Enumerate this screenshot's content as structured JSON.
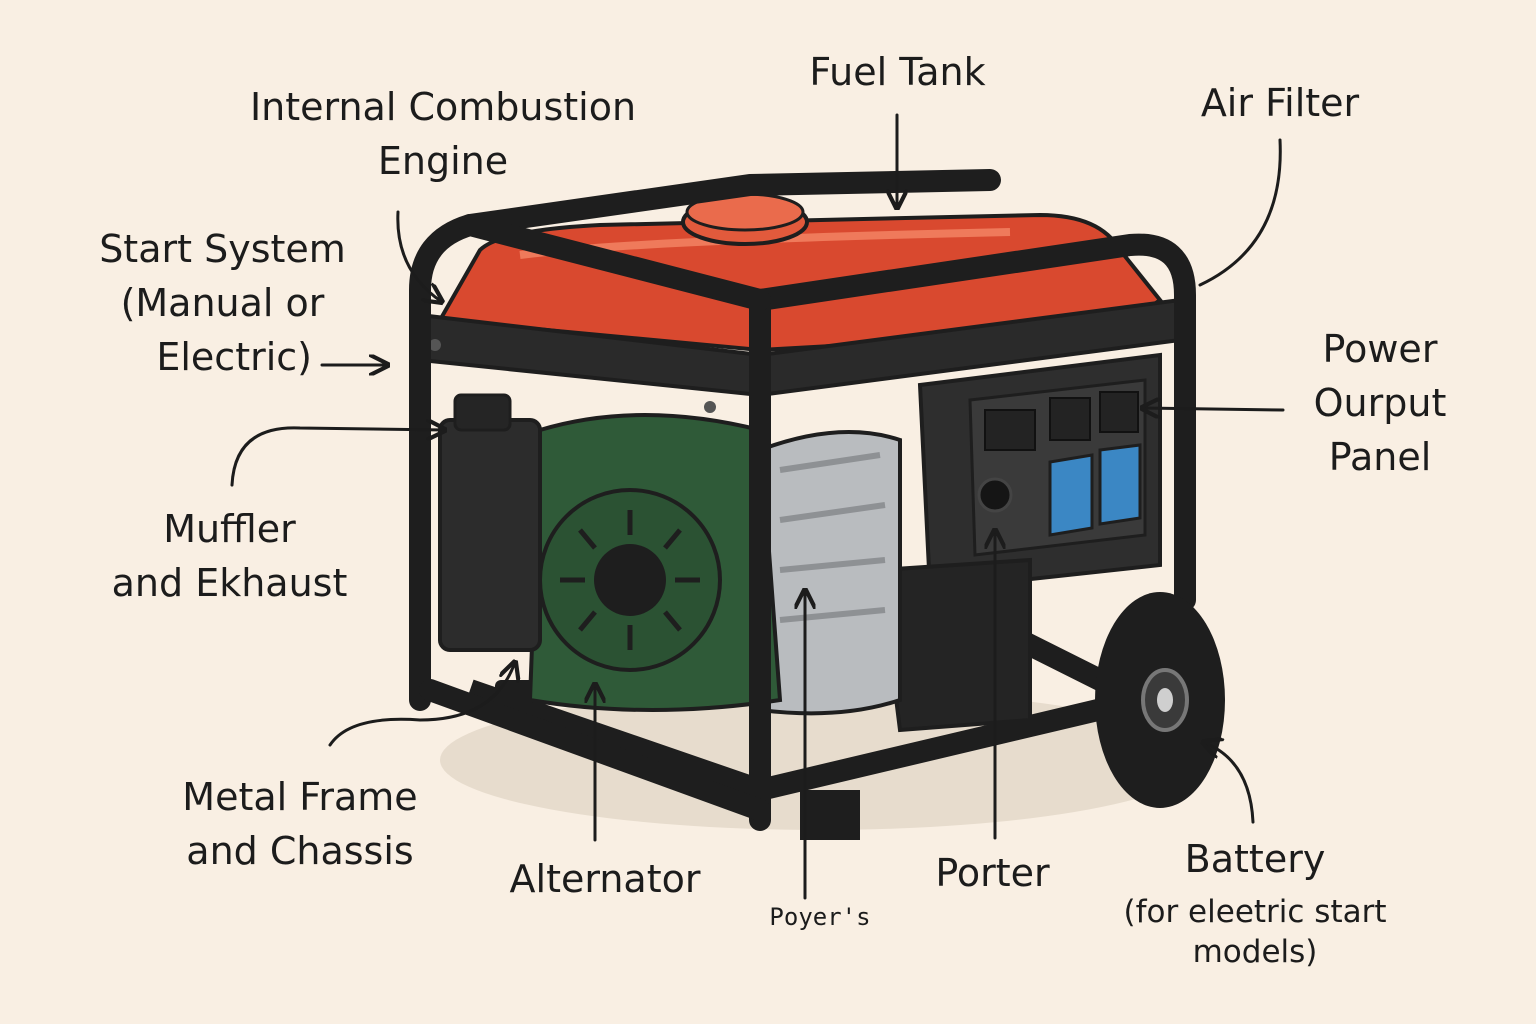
{
  "labels": {
    "engine": [
      "Internal Combustion",
      "Engine"
    ],
    "fuel_tank": "Fuel Tank",
    "air_filter": "Air Filter",
    "start_system": [
      "Start System",
      "(Manual or",
      "Electric)"
    ],
    "muffler": [
      "Muffler",
      "and Ekhaust"
    ],
    "power_output": [
      "Power",
      "Ourput",
      "Panel"
    ],
    "frame": [
      "Metal Frame",
      "and Chassis"
    ],
    "alternator": "Alternator",
    "poyers": "Poyer's",
    "porter": "Porter",
    "battery": "Battery",
    "battery_note": [
      "(for eleetric start",
      "models)"
    ]
  },
  "colors": {
    "background": "#f9efe3",
    "tank_red": "#d9492f",
    "frame_black": "#1e1e1e",
    "engine_green": "#2f5a38",
    "socket_blue": "#3b87c4",
    "alternator_silver": "#b9bcbf"
  }
}
